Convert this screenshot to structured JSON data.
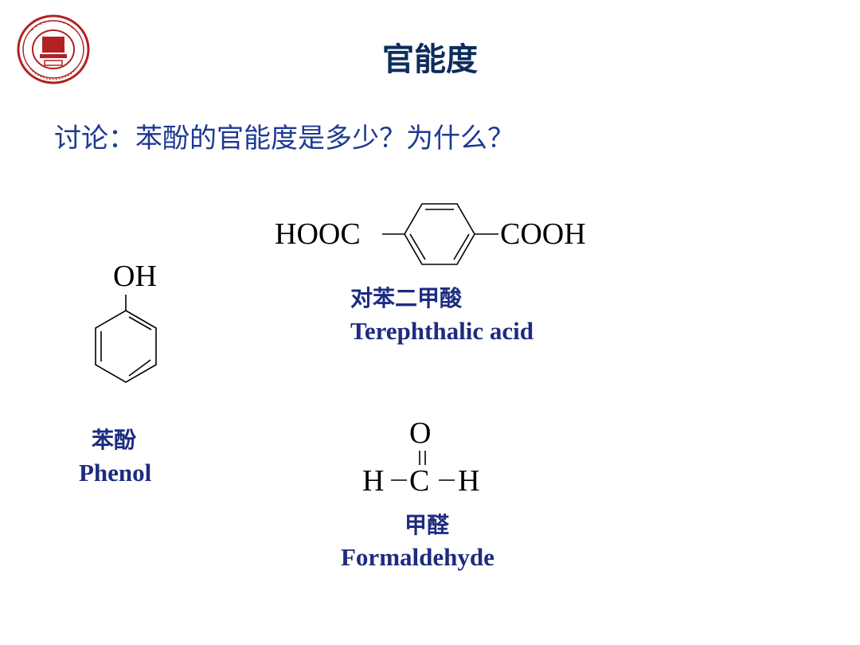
{
  "slide": {
    "title": "官能度",
    "question": "讨论：苯酚的官能度是多少？为什么？"
  },
  "logo": {
    "icon": "university-seal-icon",
    "color": "#b22222"
  },
  "phenol": {
    "substituent": "OH",
    "name_cn": "苯酚",
    "name_en": "Phenol"
  },
  "terephthalic_acid": {
    "left_group": "HOOC",
    "right_group": "COOH",
    "name_cn": "对苯二甲酸",
    "name_en": "Terephthalic acid"
  },
  "formaldehyde": {
    "oxygen": "O",
    "left_h": "H",
    "carbon": "C",
    "right_h": "H",
    "name_cn": "甲醛",
    "name_en": "Formaldehyde"
  },
  "colors": {
    "title": "#0d2d5c",
    "text": "#1d3a92",
    "label": "#1d2b80"
  }
}
